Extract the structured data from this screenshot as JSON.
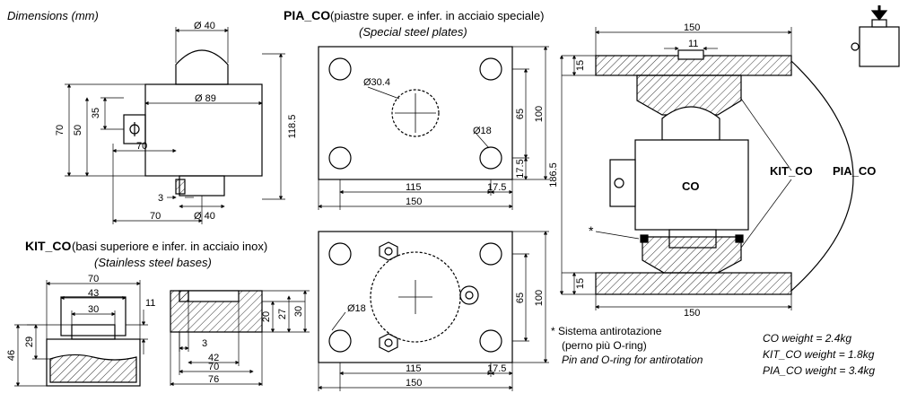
{
  "header": {
    "dimensions": "Dimensions (mm)"
  },
  "pia": {
    "title": "PIA_CO",
    "title_it": "(piastre super. e infer. in acciaio speciale)",
    "title_en": "(Special steel plates)"
  },
  "kit": {
    "title": "KIT_CO",
    "title_it": "(basi superiore e infer. in acciaio inox)",
    "title_en": "(Stainless steel bases)"
  },
  "cell_dims": {
    "d_top": "Ø 40",
    "d_body": "Ø 89",
    "d_bot": "Ø 40",
    "h118": "118.5",
    "h70": "70",
    "h50": "50",
    "h35": "35",
    "w70a": "70",
    "w70b": "70",
    "w3": "3"
  },
  "plate_top": {
    "d304": "Ø30.4",
    "d18": "Ø18",
    "w115": "115",
    "w175": "17.5",
    "w150": "150",
    "h65": "65",
    "h100": "100",
    "h175": "17.5"
  },
  "plate_bot": {
    "d18": "Ø18",
    "w115": "115",
    "w175": "17.5",
    "w150": "150",
    "h65": "65",
    "h100": "100"
  },
  "kit_dims": {
    "w70": "70",
    "w43": "43",
    "w30": "30",
    "h11": "11",
    "h29": "29",
    "h46": "46",
    "w3": "3",
    "w42": "42",
    "w70b": "70",
    "w76": "76",
    "h20": "20",
    "h27": "27",
    "h30": "30"
  },
  "assembly": {
    "w150_top": "150",
    "w11": "11",
    "h15_top": "15",
    "h1865": "186.5",
    "h15_bot": "15",
    "w150_bot": "150",
    "co": "CO",
    "kit_label": "KIT_CO",
    "pia_label": "PIA_CO",
    "star": "*"
  },
  "notes": {
    "star_note": "* Sistema antirotazione",
    "star_note2": "(perno più O-ring)",
    "star_note_en": "Pin and O-ring for antirotation",
    "w_co": "CO weight = 2.4kg",
    "w_kit": "KIT_CO weight = 1.8kg",
    "w_pia": "PIA_CO weight = 3.4kg"
  }
}
